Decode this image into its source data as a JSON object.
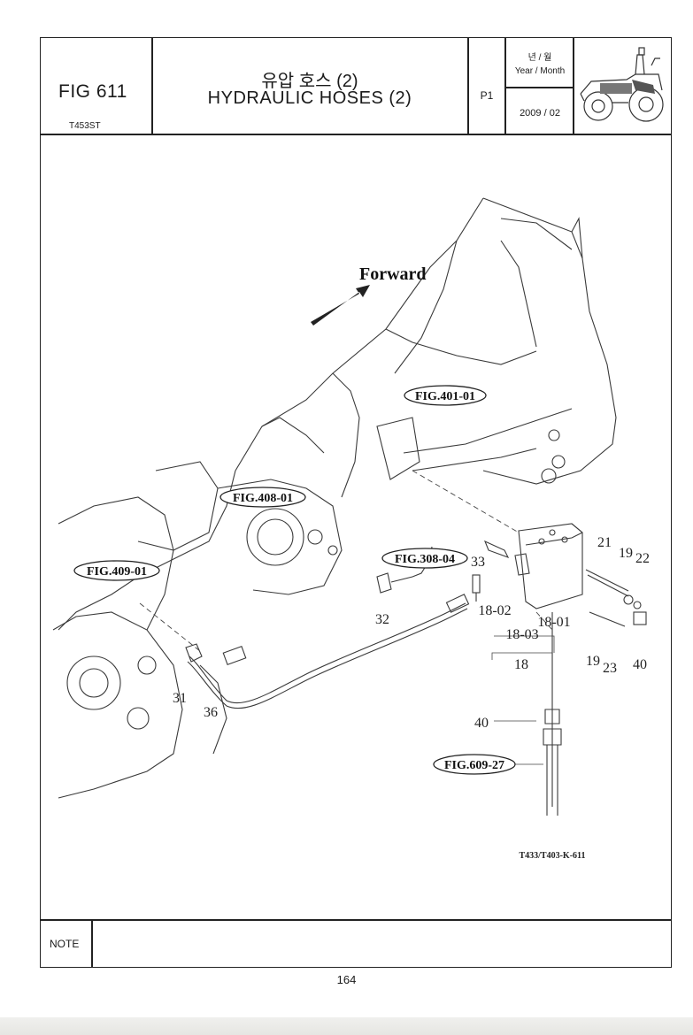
{
  "header": {
    "fig_no": "FIG 611",
    "model": "T453ST",
    "title_ko": "유압 호스 (2)",
    "title_en": "HYDRAULIC HOSES (2)",
    "page_code": "P1",
    "year_month_ko": "년 / 월",
    "year_month_en": "Year / Month",
    "date": "2009 / 02"
  },
  "diagram": {
    "direction_label": "Forward",
    "figure_refs": [
      "FIG.401-01",
      "FIG.408-01",
      "FIG.409-01",
      "FIG.308-04",
      "FIG.609-27"
    ],
    "part_labels": [
      "21",
      "19",
      "22",
      "33",
      "18-02",
      "18-03",
      "18-01",
      "18",
      "19",
      "23",
      "40",
      "32",
      "31",
      "36",
      "40"
    ],
    "drawing_code": "T433/T403-K-611"
  },
  "footer": {
    "note_label": "NOTE",
    "page_number": "164"
  }
}
